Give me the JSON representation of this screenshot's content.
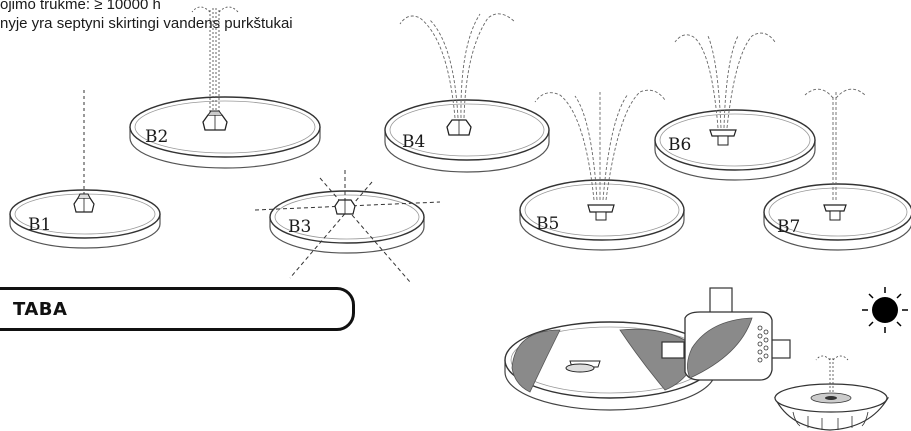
{
  "text": {
    "line1": "ojimo trukmė: ≥ 10000 h",
    "line2": "nyje yra septyni skirtingi vandens purkštukai"
  },
  "fountains": [
    {
      "label": "B1"
    },
    {
      "label": "B2"
    },
    {
      "label": "B3"
    },
    {
      "label": "B4"
    },
    {
      "label": "B5"
    },
    {
      "label": "B6"
    },
    {
      "label": "B7"
    }
  ],
  "section": {
    "title": "TABA"
  },
  "icons": {
    "sun": "sun-icon",
    "solar_panel": "solar-panel-icon",
    "pump": "pump-icon",
    "fountain_assembled": "fountain-assembled-icon"
  }
}
